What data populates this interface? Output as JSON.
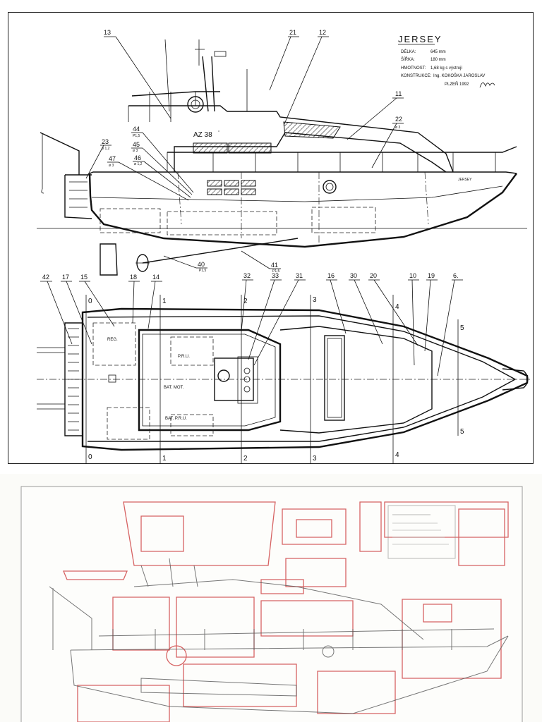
{
  "title_block": {
    "name": "JERSEY",
    "rows": [
      {
        "label": "DÉLKA:",
        "value": "645 mm"
      },
      {
        "label": "ŠÍŘKA:",
        "value": "180 mm"
      },
      {
        "label": "HMOTNOST:",
        "value": "1,68 kg  s výstrojí"
      },
      {
        "label": "KONSTRUKCE:",
        "value": "Ing. KOKOŠKA JAROSLAV"
      }
    ],
    "place_year": "PLZEŇ 1992",
    "signature": "Kokoška"
  },
  "side_view": {
    "callouts": [
      {
        "num": "13",
        "sub": ""
      },
      {
        "num": "21",
        "sub": ""
      },
      {
        "num": "12",
        "sub": ""
      },
      {
        "num": "11",
        "sub": ""
      },
      {
        "num": "22",
        "sub": "ø 3"
      },
      {
        "num": "44",
        "sub": "P1,5"
      },
      {
        "num": "45",
        "sub": "ø 3"
      },
      {
        "num": "46",
        "sub": "ø 1,2"
      },
      {
        "num": "23",
        "sub": "ø 1,2"
      },
      {
        "num": "47",
        "sub": "ø 3"
      },
      {
        "num": "40",
        "sub": "P1,5"
      },
      {
        "num": "41",
        "sub": "P1,5"
      }
    ],
    "registration": "AZ 38",
    "hull_name": "JERSEY"
  },
  "plan_view": {
    "callouts": [
      "42",
      "17",
      "15",
      "18",
      "14",
      "32",
      "33",
      "31",
      "16",
      "30",
      "20",
      "10",
      "19",
      "6."
    ],
    "labels": {
      "reg": "REG.",
      "pru": "P.R.U.",
      "bat_mot": "BAT. MOT.",
      "bat_pru": "BAT. P.R.U."
    },
    "stations": [
      "0",
      "1",
      "2",
      "3",
      "4",
      "5"
    ]
  }
}
